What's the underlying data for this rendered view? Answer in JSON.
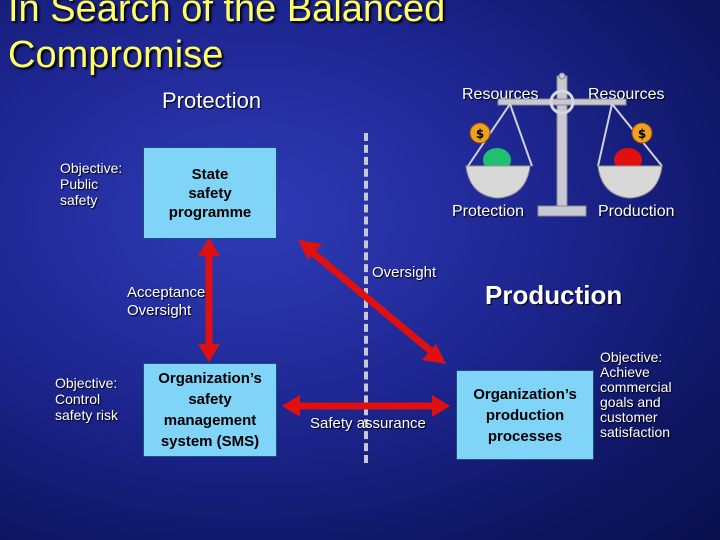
{
  "slide": {
    "title": "In Search of the Balanced\nCompromise",
    "protection_heading": "Protection",
    "production_heading": "Production"
  },
  "left": {
    "objective_public": "Objective:\nPublic\nsafety",
    "state_box": "State\nsafety\nprogramme",
    "acceptance": "Acceptance\nOversight",
    "objective_control": "Objective:\nControl\nsafety risk",
    "sms_box": "Organization’s\nsafety\nmanagement\nsystem (SMS)"
  },
  "center": {
    "oversight": "Oversight",
    "safety_assurance": "Safety assurance"
  },
  "scale": {
    "resources_left": "Resources",
    "resources_right": "Resources",
    "protection_label": "Protection",
    "production_label": "Production",
    "bag_symbol": "$"
  },
  "right": {
    "production_box": "Organization’s\nproduction\nprocesses",
    "objective_achieve": "Objective:\nAchieve\ncommercial\ngoals and\ncustomer\nsatisfaction"
  },
  "colors": {
    "title": "#ffff66",
    "box": "#7fd4f7",
    "arrow": "#e01010",
    "protection_bowl": "#20c070",
    "production_bowl": "#e01010"
  }
}
